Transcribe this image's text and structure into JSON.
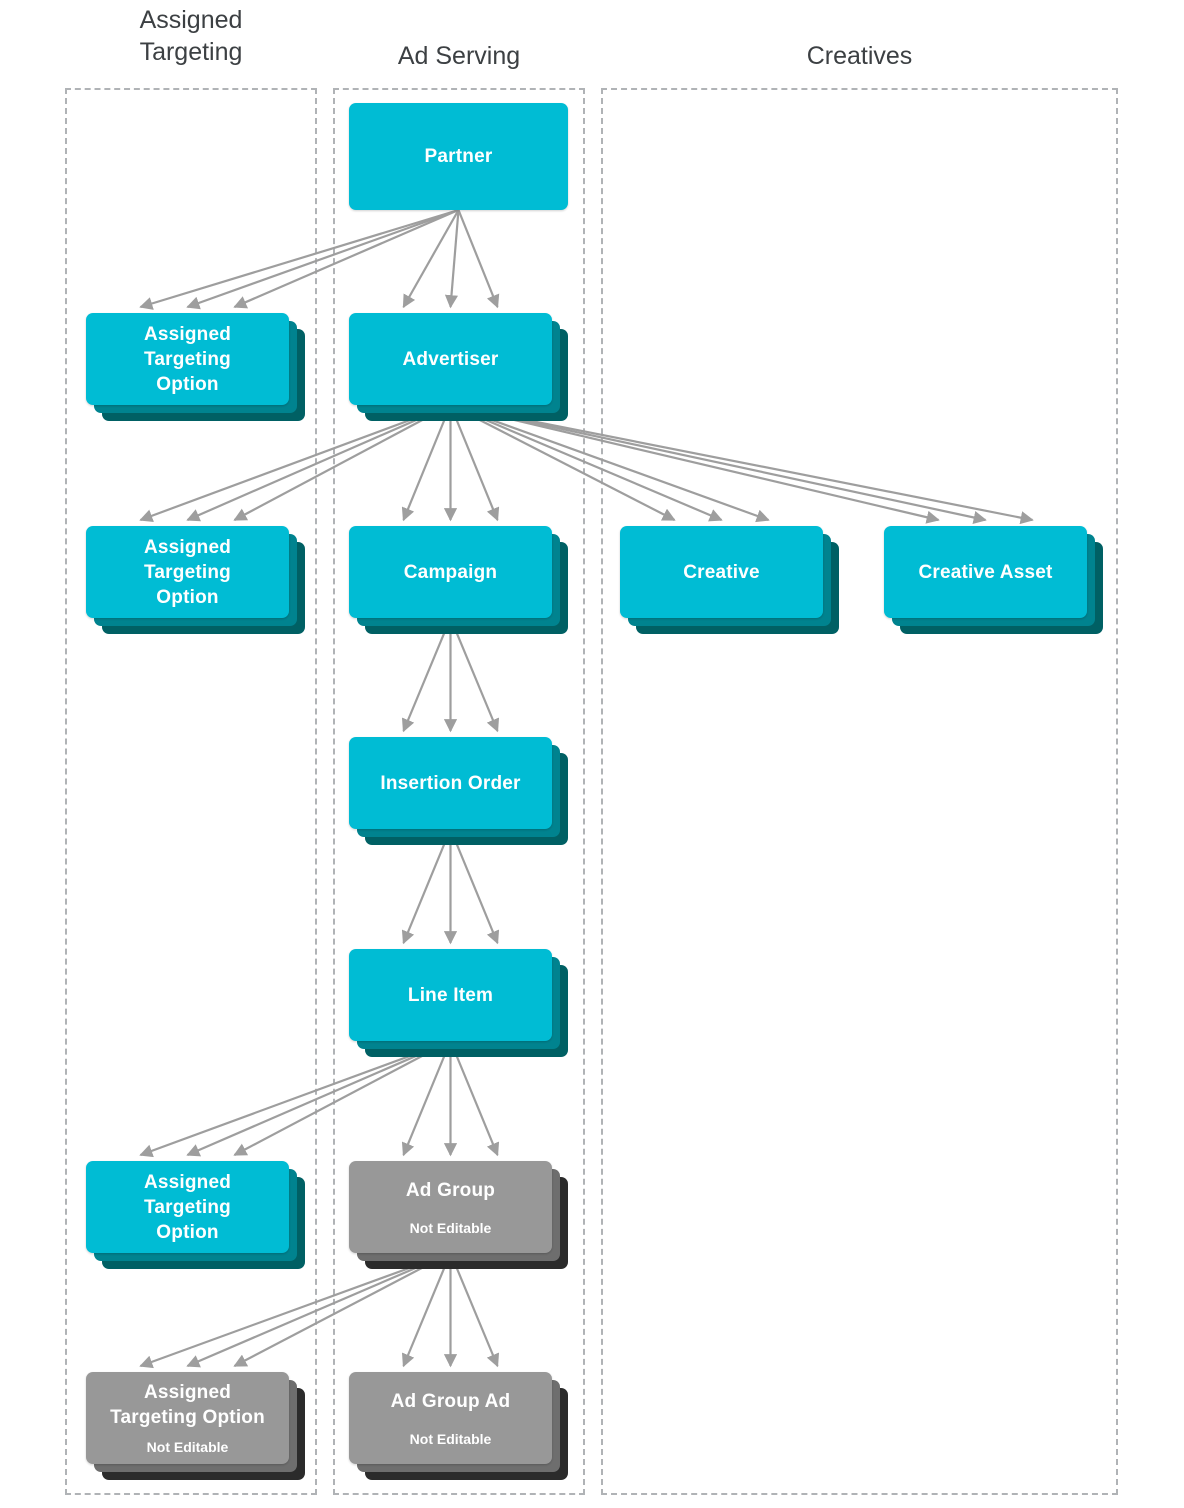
{
  "diagram": {
    "title_colors": {
      "node_cyan": "#00bcd4",
      "node_cyan_shadow_1": "#00838f",
      "node_cyan_shadow_2": "#006064",
      "node_gray": "#989898",
      "node_gray_shadow_1": "#6e6e6e",
      "node_gray_shadow_2": "#2b2b2b",
      "arrow": "#9e9e9e",
      "frame_border": "#b0b3b6",
      "column_label": "#3c4043"
    },
    "columns": [
      {
        "id": "assigned-targeting",
        "label": "Assigned\nTargeting",
        "label_line_1": "Assigned",
        "label_line_2": "Targeting"
      },
      {
        "id": "ad-serving",
        "label": "Ad Serving"
      },
      {
        "id": "creatives",
        "label": "Creatives"
      }
    ],
    "nodes": [
      {
        "id": "partner",
        "title": "Partner",
        "sub": "",
        "stack": 1,
        "kind": "cyan"
      },
      {
        "id": "assigned-targeting-option-partner",
        "title": "Assigned\nTargeting\nOption",
        "lines": [
          "Assigned",
          "Targeting",
          "Option"
        ],
        "sub": "",
        "stack": 3,
        "kind": "cyan"
      },
      {
        "id": "advertiser",
        "title": "Advertiser",
        "sub": "",
        "stack": 3,
        "kind": "cyan"
      },
      {
        "id": "assigned-targeting-option-advertiser",
        "title": "Assigned\nTargeting\nOption",
        "lines": [
          "Assigned",
          "Targeting",
          "Option"
        ],
        "sub": "",
        "stack": 3,
        "kind": "cyan"
      },
      {
        "id": "campaign",
        "title": "Campaign",
        "sub": "",
        "stack": 3,
        "kind": "cyan"
      },
      {
        "id": "creative",
        "title": "Creative",
        "sub": "",
        "stack": 3,
        "kind": "cyan"
      },
      {
        "id": "creative-asset",
        "title": "Creative Asset",
        "sub": "",
        "stack": 3,
        "kind": "cyan"
      },
      {
        "id": "insertion-order",
        "title": "Insertion Order",
        "sub": "",
        "stack": 3,
        "kind": "cyan"
      },
      {
        "id": "line-item",
        "title": "Line Item",
        "sub": "",
        "stack": 3,
        "kind": "cyan"
      },
      {
        "id": "assigned-targeting-option-lineitem",
        "title": "Assigned\nTargeting\nOption",
        "lines": [
          "Assigned",
          "Targeting",
          "Option"
        ],
        "sub": "",
        "stack": 3,
        "kind": "cyan"
      },
      {
        "id": "ad-group",
        "title": "Ad Group",
        "sub": "Not Editable",
        "stack": 3,
        "kind": "gray"
      },
      {
        "id": "assigned-targeting-option-adgroup",
        "title": "Assigned\nTargeting Option",
        "lines": [
          "Assigned",
          "Targeting Option"
        ],
        "sub": "Not Editable",
        "stack": 3,
        "kind": "gray"
      },
      {
        "id": "ad-group-ad",
        "title": "Ad Group Ad",
        "sub": "Not Editable",
        "stack": 3,
        "kind": "gray"
      }
    ],
    "labels": {
      "partner": "Partner",
      "advertiser": "Advertiser",
      "campaign": "Campaign",
      "insertion_order": "Insertion Order",
      "line_item": "Line Item",
      "ad_group": "Ad Group",
      "ad_group_ad": "Ad Group Ad",
      "creative": "Creative",
      "creative_asset": "Creative Asset",
      "ato_line_1": "Assigned",
      "ato_line_2": "Targeting",
      "ato_line_3": "Option",
      "ato_wide_line_1": "Assigned",
      "ato_wide_line_2": "Targeting Option",
      "not_editable": "Not Editable"
    },
    "edges": [
      {
        "from": "partner",
        "to": "assigned-targeting-option-partner",
        "fan": 3
      },
      {
        "from": "partner",
        "to": "advertiser",
        "fan": 3
      },
      {
        "from": "advertiser",
        "to": "assigned-targeting-option-advertiser",
        "fan": 3
      },
      {
        "from": "advertiser",
        "to": "campaign",
        "fan": 3
      },
      {
        "from": "advertiser",
        "to": "creative",
        "fan": 3
      },
      {
        "from": "advertiser",
        "to": "creative-asset",
        "fan": 3
      },
      {
        "from": "campaign",
        "to": "insertion-order",
        "fan": 3
      },
      {
        "from": "insertion-order",
        "to": "line-item",
        "fan": 3
      },
      {
        "from": "line-item",
        "to": "assigned-targeting-option-lineitem",
        "fan": 3
      },
      {
        "from": "line-item",
        "to": "ad-group",
        "fan": 3
      },
      {
        "from": "ad-group",
        "to": "assigned-targeting-option-adgroup",
        "fan": 3
      },
      {
        "from": "ad-group",
        "to": "ad-group-ad",
        "fan": 3
      }
    ]
  }
}
